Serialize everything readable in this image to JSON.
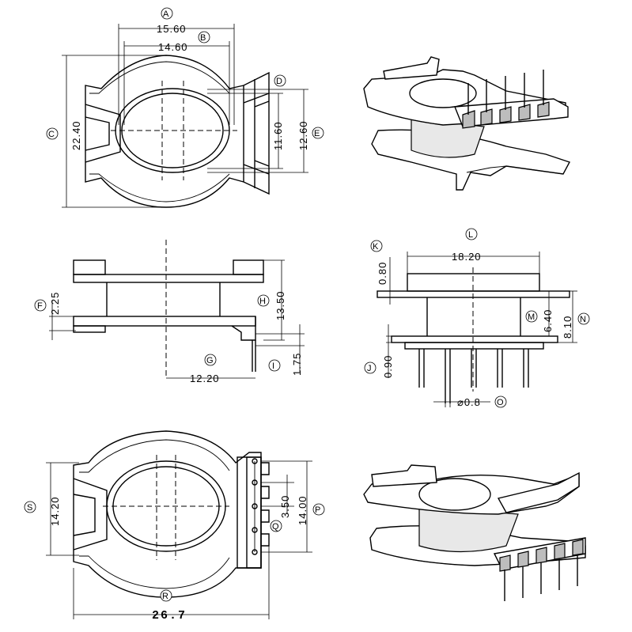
{
  "views": {
    "top": {
      "A": {
        "letter": "A",
        "value": "15.60"
      },
      "B": {
        "letter": "B",
        "value": "14.60"
      },
      "C": {
        "letter": "C",
        "value": "22.40"
      },
      "D": {
        "letter": "D",
        "value": "11.60"
      },
      "E": {
        "letter": "E",
        "value": "12.60"
      }
    },
    "side": {
      "F": {
        "letter": "F",
        "value": "2.25"
      },
      "G": {
        "letter": "G",
        "value": "12.20"
      },
      "H": {
        "letter": "H",
        "value": "13.50"
      },
      "I": {
        "letter": "I",
        "value": "1.75"
      }
    },
    "front": {
      "J": {
        "letter": "J",
        "value": "0.90"
      },
      "K": {
        "letter": "K",
        "value": "0.80"
      },
      "L": {
        "letter": "L",
        "value": "18.20"
      },
      "M": {
        "letter": "M",
        "value": "6.40"
      },
      "N": {
        "letter": "N",
        "value": "8.10"
      },
      "O": {
        "letter": "O",
        "value": "⌀0.8"
      }
    },
    "bottom": {
      "P": {
        "letter": "P",
        "value": "14.00"
      },
      "Q": {
        "letter": "Q",
        "value": "3.50"
      },
      "R": {
        "letter": "R",
        "value": "26.7"
      },
      "S": {
        "letter": "S",
        "value": "14.20"
      }
    }
  }
}
